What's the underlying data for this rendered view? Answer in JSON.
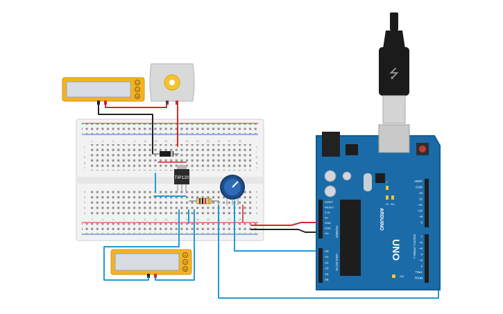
{
  "colors": {
    "arduino_blue": "#1a6ba8",
    "arduino_dark": "#155a8f",
    "meter_yellow": "#f4b223",
    "meter_red": "#d9322b",
    "wire_red": "#d62828",
    "wire_black": "#222222",
    "wire_blue": "#1f9ad6",
    "board_white": "#f2f2f2",
    "motor_gray": "#d9d9d9",
    "gear_yellow": "#f4c430"
  },
  "components": {
    "transistor_label": "TIP120",
    "arduino_brand": "ARDUINO",
    "arduino_model": "UNO",
    "power_header_label": "POWER",
    "analog_header_label": "ANALOG IN",
    "digital_header_label": "DIGITAL (PWM~)",
    "meter_top_knobs": [
      "A",
      "V",
      "Ω"
    ],
    "meter_bottom_knobs": [
      "A",
      "V",
      "Ω"
    ]
  },
  "arduino": {
    "power_pins": [
      "IOREF",
      "RESET",
      "3.3V",
      "5V",
      "GND",
      "GND",
      "Vin"
    ],
    "analog_pins": [
      "A0",
      "A1",
      "A2",
      "A3",
      "A4",
      "A5"
    ],
    "digital_top": [
      "AREF",
      "GND",
      "13",
      "12",
      "~11",
      "~10",
      "~9",
      "8"
    ],
    "digital_bottom": [
      "7",
      "~6",
      "~5",
      "4",
      "~3",
      "2",
      "TX▸1",
      "RX◂0"
    ],
    "misc_labels": [
      "L",
      "TX",
      "RX",
      "ON"
    ]
  },
  "breadboard": {
    "column_numbers": [
      "1",
      "2",
      "3",
      "4",
      "5",
      "6",
      "7",
      "8",
      "9",
      "10",
      "11",
      "12",
      "13",
      "14",
      "15",
      "16",
      "17",
      "18",
      "19",
      "20",
      "21",
      "22",
      "23",
      "24",
      "25",
      "26",
      "27",
      "28",
      "29",
      "30"
    ],
    "row_letters_top": [
      "j",
      "i",
      "h",
      "g",
      "f"
    ],
    "row_letters_bottom": [
      "e",
      "d",
      "c",
      "b",
      "a"
    ]
  }
}
